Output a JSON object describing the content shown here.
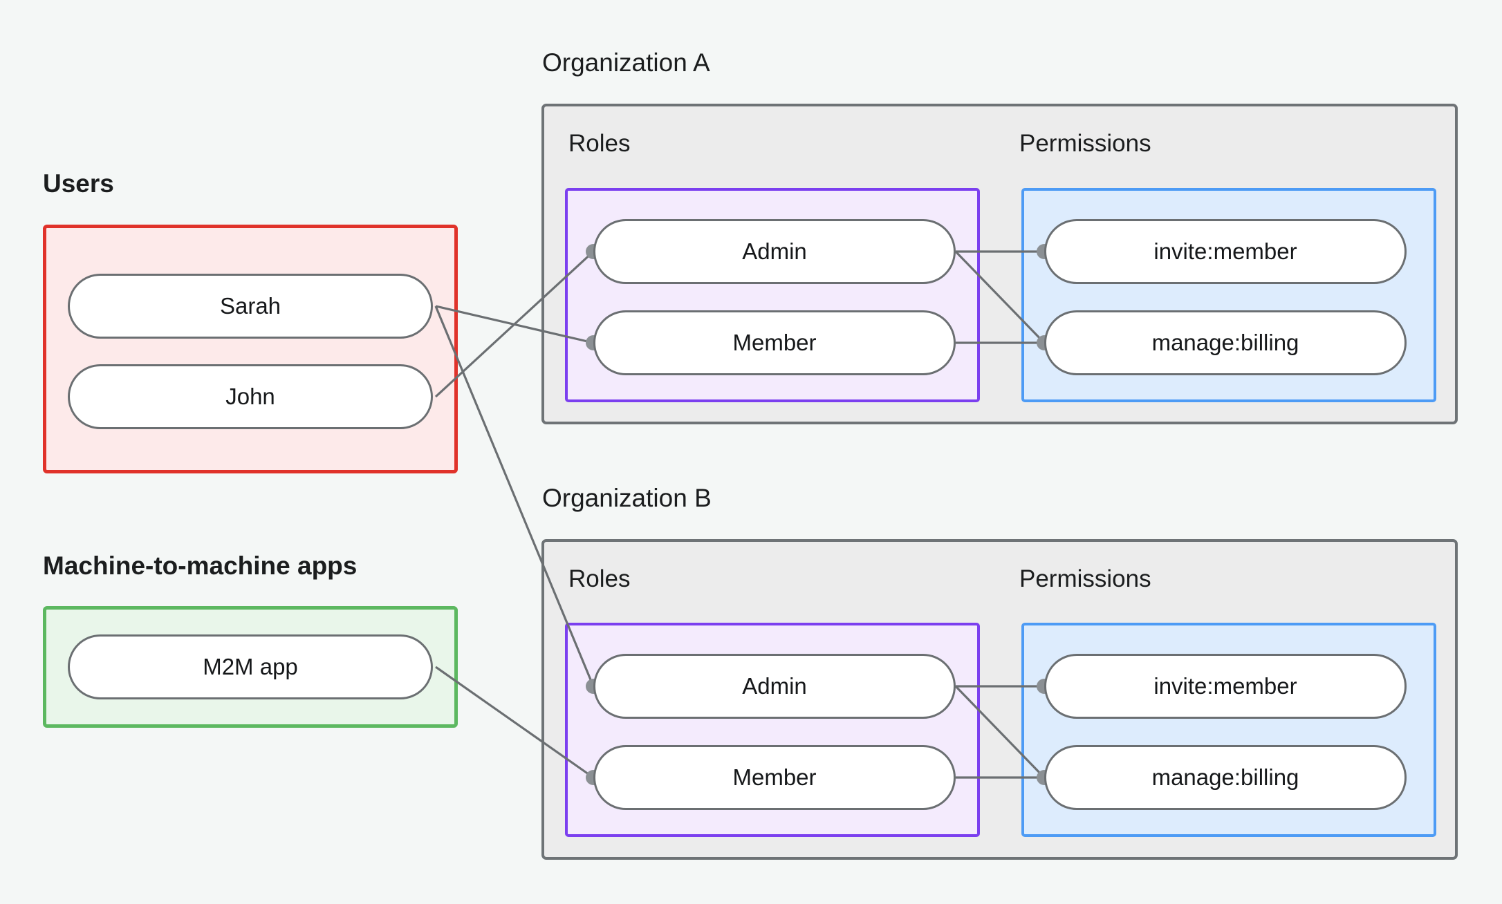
{
  "diagram": {
    "title_visible": false,
    "background_color": "#f4f7f6",
    "groups": {
      "users": {
        "label": "Users",
        "border_color": "#e0322a",
        "fill_color": "#fdeaea"
      },
      "m2m": {
        "label": "Machine-to-machine apps",
        "border_color": "#5cb860",
        "fill_color": "#e9f6ea"
      },
      "org_a": {
        "label": "Organization A",
        "border_color": "#6e7376",
        "fill_color": "#ececec"
      },
      "org_b": {
        "label": "Organization B",
        "border_color": "#6e7376",
        "fill_color": "#ececec"
      },
      "roles": {
        "label": "Roles",
        "border_color": "#7b3fef",
        "fill_color": "#f4ebfd"
      },
      "permissions": {
        "label": "Permissions",
        "border_color": "#4d9bf5",
        "fill_color": "#ddecfd"
      }
    },
    "nodes": {
      "user_sarah": "Sarah",
      "user_john": "John",
      "m2m_app": "M2M app",
      "org_a_role_admin": "Admin",
      "org_a_role_member": "Member",
      "org_a_perm_invite": "invite:member",
      "org_a_perm_billing": "manage:billing",
      "org_b_role_admin": "Admin",
      "org_b_role_member": "Member",
      "org_b_perm_invite": "invite:member",
      "org_b_perm_billing": "manage:billing"
    },
    "edges": [
      {
        "from": "user_sarah",
        "to": "org_a_role_member"
      },
      {
        "from": "user_sarah",
        "to": "org_b_role_admin"
      },
      {
        "from": "user_john",
        "to": "org_a_role_admin"
      },
      {
        "from": "m2m_app",
        "to": "org_b_role_member"
      },
      {
        "from": "org_a_role_admin",
        "to": "org_a_perm_invite"
      },
      {
        "from": "org_a_role_admin",
        "to": "org_a_perm_billing"
      },
      {
        "from": "org_a_role_member",
        "to": "org_a_perm_billing"
      },
      {
        "from": "org_b_role_admin",
        "to": "org_b_perm_invite"
      },
      {
        "from": "org_b_role_admin",
        "to": "org_b_perm_billing"
      },
      {
        "from": "org_b_role_member",
        "to": "org_b_perm_billing"
      }
    ],
    "edge_color": "#6b6f72",
    "edge_dot_color": "#8b9094"
  }
}
